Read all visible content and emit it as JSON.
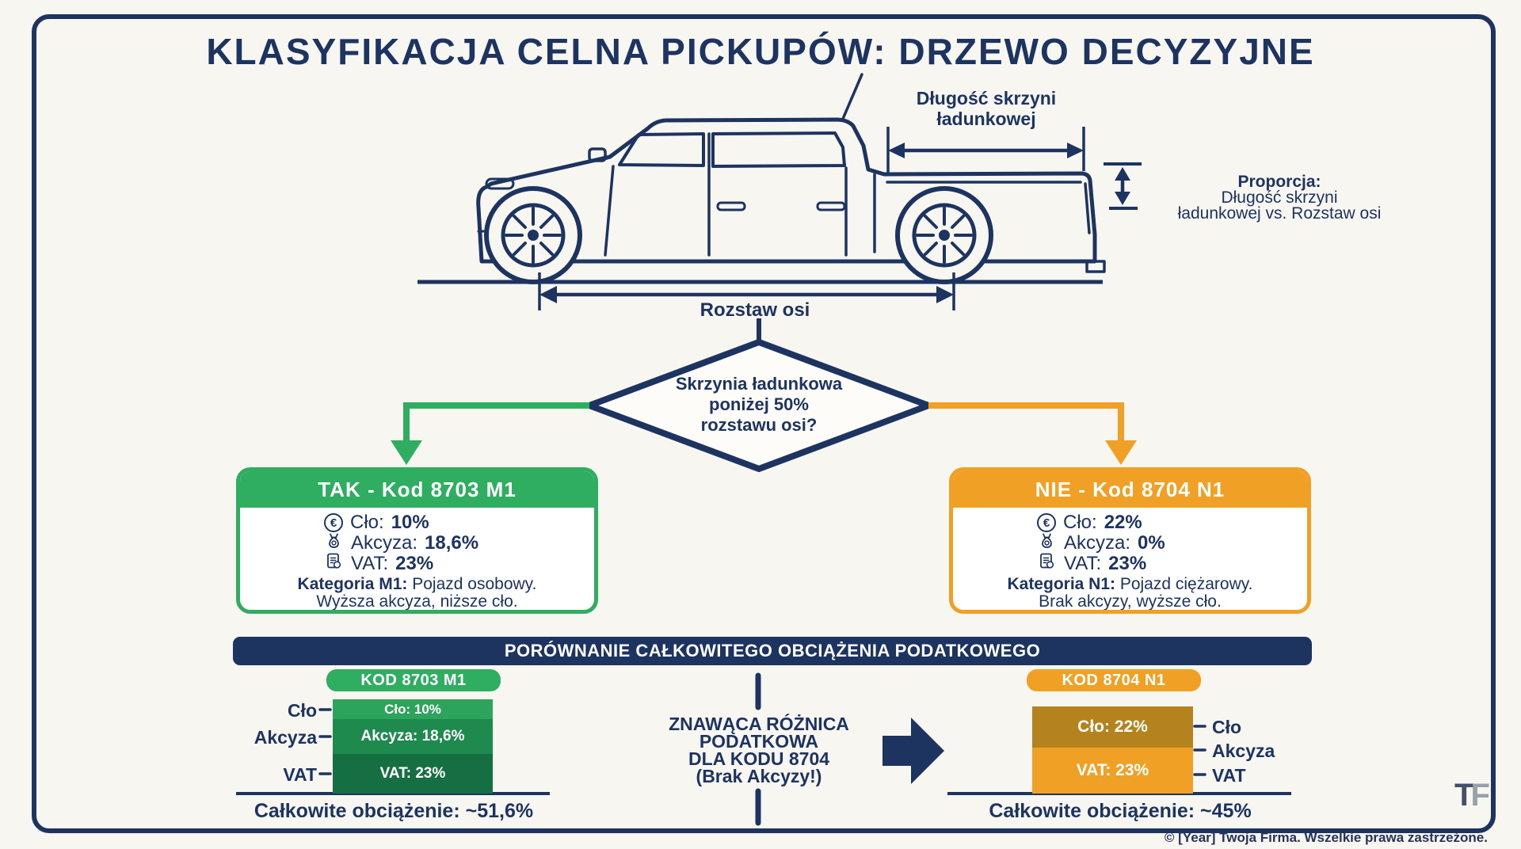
{
  "title": "KLASYFIKACJA CELNA PICKUPÓW: DRZEWO DECYZYJNE",
  "colors": {
    "navy": "#1d3461",
    "green": "#2fae62",
    "orange": "#f0a125",
    "green_light": "#2ca45c",
    "green_mid": "#1e8a4e",
    "green_dark": "#156f42",
    "orange_dark": "#b5831d",
    "background": "#f8f6f1"
  },
  "truck_labels": {
    "bed_length_line1": "Długość skrzyni",
    "bed_length_line2": "ładunkowej",
    "proportion_heading": "Proporcja:",
    "proportion_line1": "Długość skrzyni",
    "proportion_line2": "ładunkowej vs. Rozstaw osi",
    "wheelbase": "Rozstaw osi"
  },
  "decision": {
    "line1": "Skrzynia ładunkowa",
    "line2": "poniżej 50%",
    "line3": "rozstawu osi?"
  },
  "yes_box": {
    "header": "TAK - Kod 8703 M1",
    "duty_icon": "€",
    "duty_label": "Cło:",
    "duty_value": "10%",
    "excise_label": "Akcyza:",
    "excise_value": "18,6%",
    "vat_label": "VAT:",
    "vat_value": "23%",
    "category_title": "Kategoria M1:",
    "category_text": " Pojazd osobowy.",
    "category_line2": "Wyższa akcyza, niższe cło."
  },
  "no_box": {
    "header": "NIE - Kod 8704 N1",
    "duty_icon": "€",
    "duty_label": "Cło:",
    "duty_value": "22%",
    "excise_label": "Akcyza:",
    "excise_value": "0%",
    "vat_label": "VAT:",
    "vat_value": "23%",
    "category_title": "Kategoria N1:",
    "category_text": " Pojazd ciężarowy.",
    "category_line2": "Brak akcyzy, wyższe cło."
  },
  "comparison": {
    "banner": "PORÓWNANIE CAŁKOWITEGO OBCIĄŻENIA PODATKOWEGO",
    "left": {
      "badge": "KOD 8703 M1",
      "seg1": "Cło: 10%",
      "seg2": "Akcyza: 18,6%",
      "seg3": "VAT: 23%",
      "axis1": "Cło",
      "axis2": "Akcyza",
      "axis3": "VAT",
      "total": "Całkowite obciążenie: ~51,6%"
    },
    "middle": {
      "line1": "ZNAWĄCA RÓŻNICA",
      "line2": "PODATKOWA",
      "line3": "DLA KODU 8704",
      "line4": "(Brak Akcyzy!)"
    },
    "right": {
      "badge": "KOD 8704 N1",
      "seg1": "Cło: 22%",
      "seg2": "VAT: 23%",
      "axis1": "Cło",
      "axis2": "Akcyza",
      "axis3": "VAT",
      "total": "Całkowite obciążenie: ~45%"
    }
  },
  "chart_data": [
    {
      "type": "bar",
      "stacked": true,
      "title": "KOD 8703 M1",
      "categories": [
        "Cło",
        "Akcyza",
        "VAT"
      ],
      "values": [
        10,
        18.6,
        23
      ],
      "total_label": "Całkowite obciążenie: ~51,6%",
      "bar_colors": [
        "#2ca45c",
        "#1e8a4e",
        "#156f42"
      ]
    },
    {
      "type": "bar",
      "stacked": true,
      "title": "KOD 8704 N1",
      "categories": [
        "Cło",
        "Akcyza",
        "VAT"
      ],
      "values": [
        22,
        0,
        23
      ],
      "total_label": "Całkowite obciążenie: ~45%",
      "bar_colors": [
        "#b5831d",
        "#f0a125",
        "#f0a125"
      ]
    }
  ],
  "footer": "© [Year] Twoja Firma. Wszelkie prawa zastrzeżone.",
  "logo_t": "T",
  "logo_f": "F"
}
